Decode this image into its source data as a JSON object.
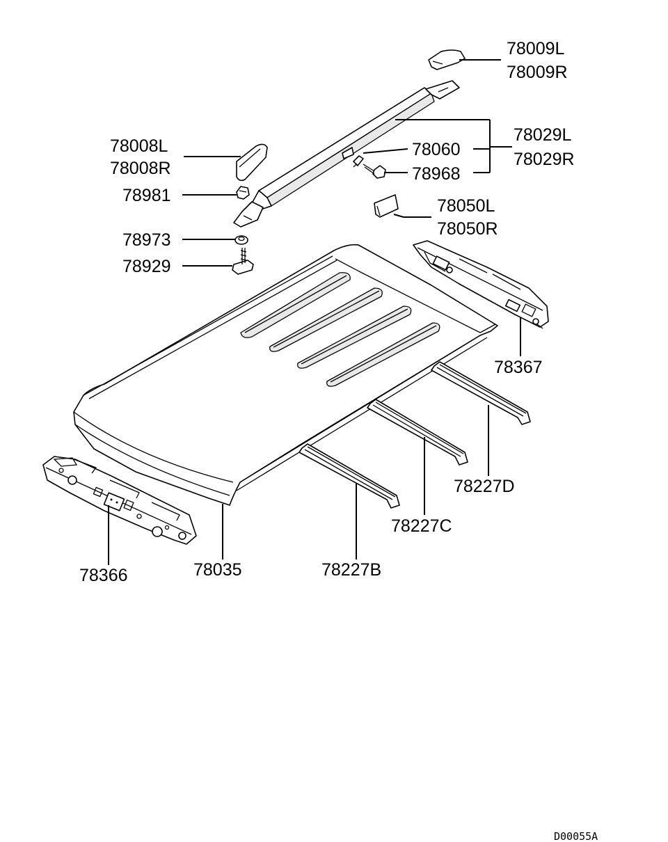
{
  "labels": {
    "p78009L": "78009L",
    "p78009R": "78009R",
    "p78029L": "78029L",
    "p78029R": "78029R",
    "p78008L": "78008L",
    "p78008R": "78008R",
    "p78060": "78060",
    "p78968": "78968",
    "p78981": "78981",
    "p78050L": "78050L",
    "p78050R": "78050R",
    "p78973": "78973",
    "p78929": "78929",
    "p78367": "78367",
    "p78227D": "78227D",
    "p78227C": "78227C",
    "p78227B": "78227B",
    "p78366": "78366",
    "p78035": "78035"
  },
  "diagram_code": "D00055A"
}
